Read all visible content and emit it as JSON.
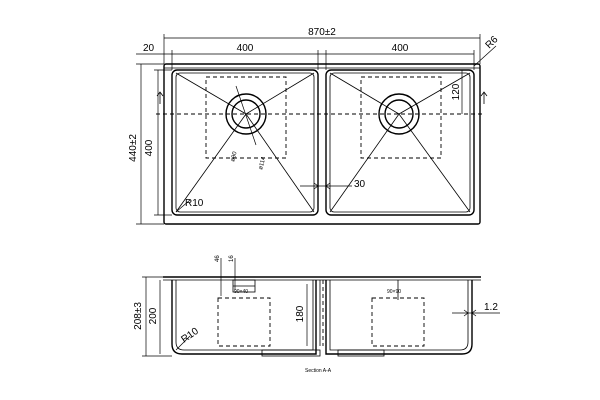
{
  "plan": {
    "overall_width": "870±2",
    "left_offset": "20",
    "bowl_left_width": "400",
    "bowl_right_width": "400",
    "corner_radius_top": "R6",
    "overall_height": "440±2",
    "bowl_height": "400",
    "drain_offset": "120",
    "drain_inner": "ø90",
    "drain_outer": "ø114",
    "center_gap": "30",
    "bowl_radius": "R10"
  },
  "section": {
    "dim_46": "46",
    "dim_16": "16",
    "overall_depth": "208±3",
    "bowl_depth": "200",
    "center_depth": "180",
    "bottom_radius": "R10",
    "thickness": "1.2",
    "drain_note_left": "90×40",
    "drain_note_right": "90×90",
    "caption": "Section A-A"
  }
}
